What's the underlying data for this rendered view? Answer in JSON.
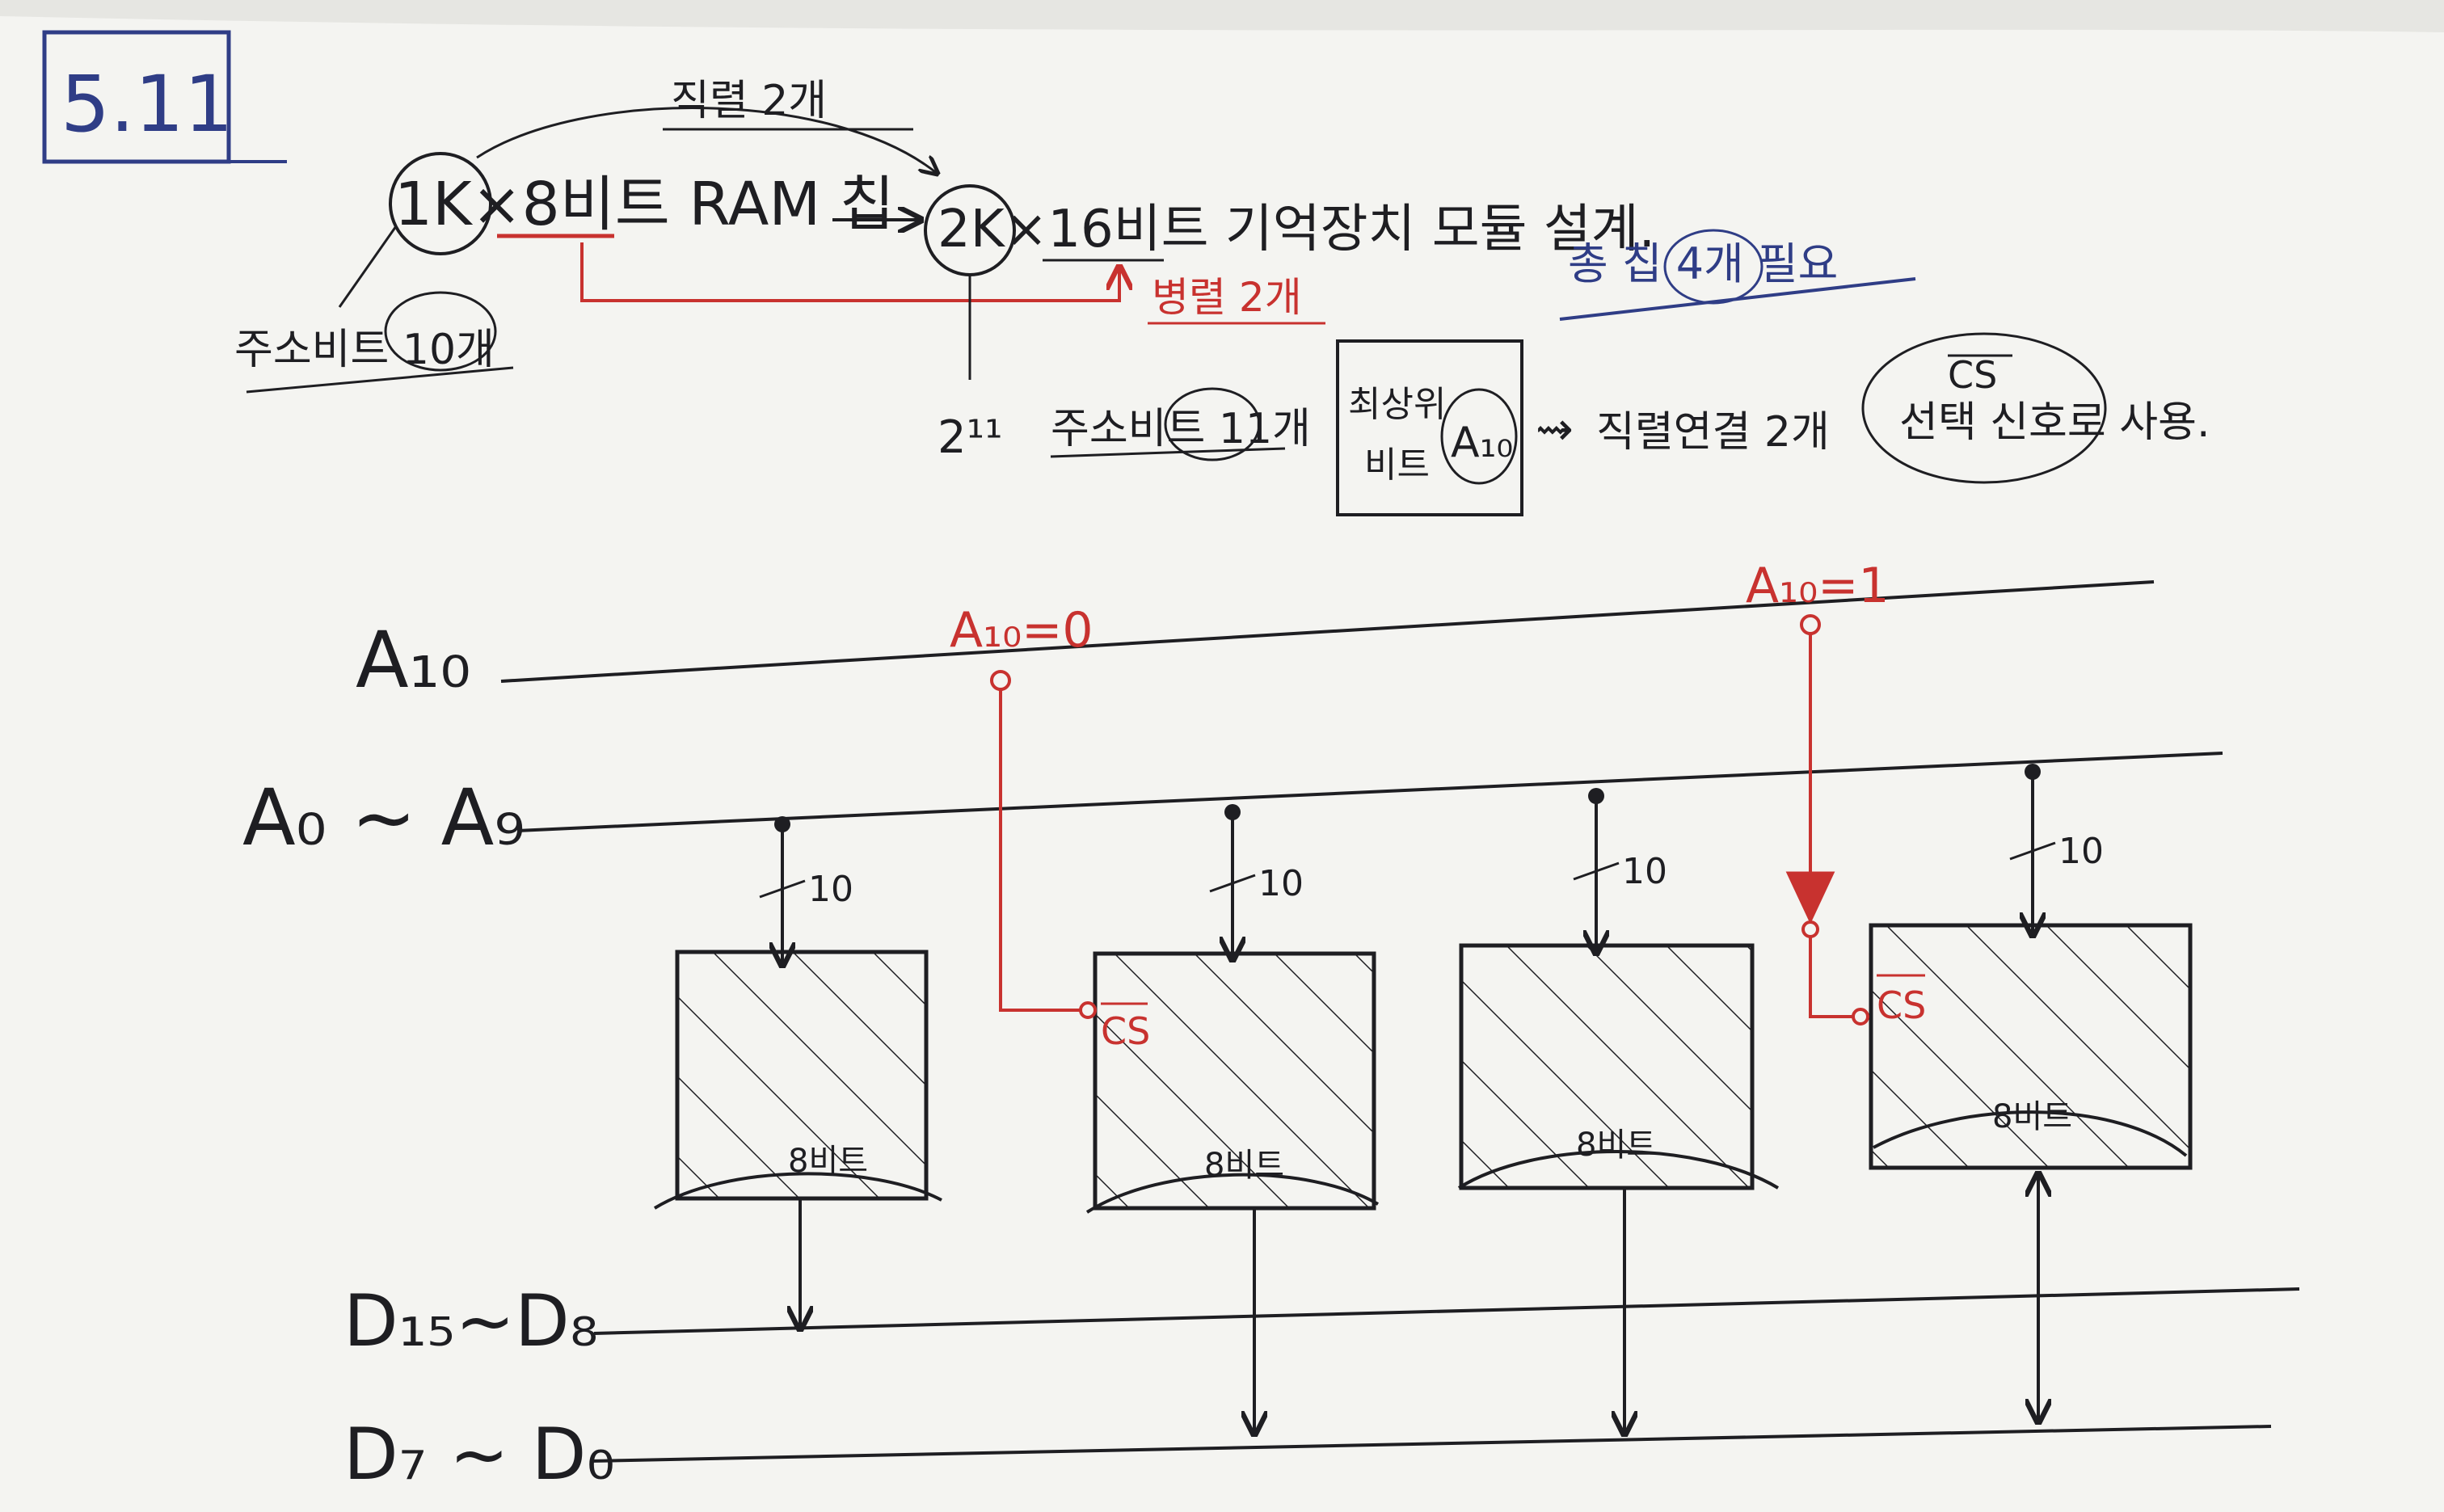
{
  "header": {
    "problem_number": "5.11",
    "source_chip": "1K×8비트 RAM 칩",
    "target_module": "2K×16비트 기억장치 모듈 설계.",
    "serial_note": "직렬 2개",
    "parallel_note": "병렬 2개",
    "address_bits_10": "주소비트 10개",
    "total_chips": "총 칩 4개 필요",
    "two_power": "2¹¹",
    "address_bits_11": "주소비트 11개",
    "msb_box_line1": "최상위",
    "msb_box_line2": "비트",
    "msb_bit": "A₁₀",
    "serial_usage": "직렬연결 2개",
    "cs_signal": "CS",
    "cs_usage": "선택 신호로 사용."
  },
  "diagram": {
    "bus_a10": "A₁₀",
    "bus_a0_a9": "A₀ ~ A₉",
    "bus_d15_d8": "D₁₅~D₈",
    "bus_d7_d0": "D₇ ~ D₀",
    "tap_a10_0": "A₁₀=0",
    "tap_a10_1": "A₁₀=1",
    "address_width": "10",
    "cs_pin": "CS",
    "chip_data_width": "8비트",
    "chips": [
      {
        "width_label": "10",
        "data_label": "8비트"
      },
      {
        "width_label": "10",
        "data_label": "8비트",
        "cs": "CS"
      },
      {
        "width_label": "10",
        "data_label": "8비트"
      },
      {
        "width_label": "10",
        "data_label": "8비트",
        "cs": "CS"
      }
    ]
  },
  "colors": {
    "ink": "#1e1e22",
    "red_ink": "#c8322f",
    "blue_ink": "#2f3d86",
    "paper": "#f4f4f1"
  }
}
